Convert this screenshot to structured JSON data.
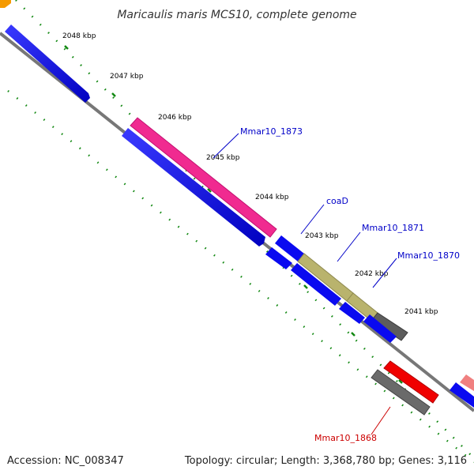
{
  "title": "Maricaulis maris MCS10, complete genome",
  "accession": "Accession: NC_008347",
  "summary": "Topology: circular; Length: 3,368,780 bp; Genes: 3,116",
  "colors": {
    "backbone": "#777777",
    "tick_dots": "#118811",
    "cds_strand": "#0a0af0",
    "label_blue": "#0000c8",
    "label_red": "#cc0000"
  },
  "kbp_labels": [
    "2048 kbp",
    "2047 kbp",
    "2046 kbp",
    "2045 kbp",
    "2044 kbp",
    "2043 kbp",
    "2042 kbp",
    "2041 kbp"
  ],
  "gene_labels": [
    {
      "text": "Mmar10_1873",
      "color": "#0000c8"
    },
    {
      "text": "coaD",
      "color": "#0000c8"
    },
    {
      "text": "Mmar10_1871",
      "color": "#0000c8"
    },
    {
      "text": "Mmar10_1870",
      "color": "#0000c8"
    },
    {
      "text": "Mmar10_1868",
      "color": "#cc0000"
    }
  ]
}
